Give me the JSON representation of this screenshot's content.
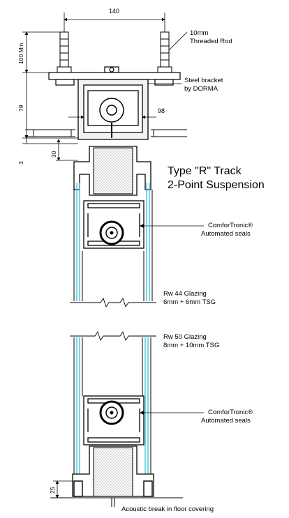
{
  "dimensions": {
    "width_top": "140",
    "gap_right": "98",
    "rod_height": "100 Min",
    "bracket_height": "79",
    "track_thickness": "3",
    "track_gap": "30",
    "floor_gap": "25"
  },
  "labels": {
    "threaded_rod_line1": "10mm",
    "threaded_rod_line2": "Threaded Rod",
    "bracket_line1": "Steel bracket",
    "bracket_line2": "by DORMA",
    "track_type_line1": "Type \"R\" Track",
    "track_type_line2": "2-Point Suspension",
    "seals_top_line1": "ComforTronic®",
    "seals_top_line2": "Automated seals",
    "glazing44_line1": "Rw 44 Glazing",
    "glazing44_line2": "6mm + 6mm TSG",
    "glazing50_line1": "Rw 50 Glazing",
    "glazing50_line2": "8mm + 10mm TSG",
    "seals_bottom_line1": "ComforTronic®",
    "seals_bottom_line2": "Automated seals",
    "floor_note": "Acoustic break in floor covering"
  },
  "colors": {
    "line": "#000000",
    "glass": "#3fc4d8",
    "insulation": "#e8e8e8",
    "profile_fill": "#f2f2f2"
  }
}
